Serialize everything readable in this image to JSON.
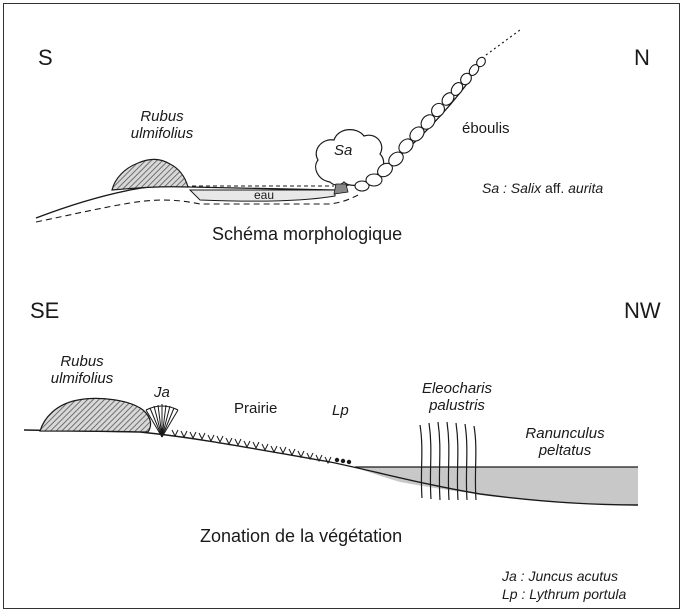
{
  "top": {
    "orientation_left": "S",
    "orientation_right": "N",
    "rubus_line1": "Rubus",
    "rubus_line2": "ulmifolius",
    "salix_short": "Sa",
    "water": "eau",
    "scree": "éboulis",
    "legend_abbr": "Sa :",
    "legend_name": "Salix",
    "legend_rest": "aff.",
    "legend_species": "aurita",
    "caption": "Schéma morphologique"
  },
  "bottom": {
    "orientation_left": "SE",
    "orientation_right": "NW",
    "rubus_line1": "Rubus",
    "rubus_line2": "ulmifolius",
    "juncus_short": "Ja",
    "meadow": "Prairie",
    "lythrum_short": "Lp",
    "eleocharis_line1": "Eleocharis",
    "eleocharis_line2": "palustris",
    "ranunculus_line1": "Ranunculus",
    "ranunculus_line2": "peltatus",
    "caption": "Zonation de la végétation",
    "legend_ja": "Ja : Juncus acutus",
    "legend_lp": "Lp : Lythrum portula"
  },
  "colors": {
    "ink": "#1a1a1a",
    "water_fill": "#c8c8c8",
    "hatch": "#555555"
  }
}
